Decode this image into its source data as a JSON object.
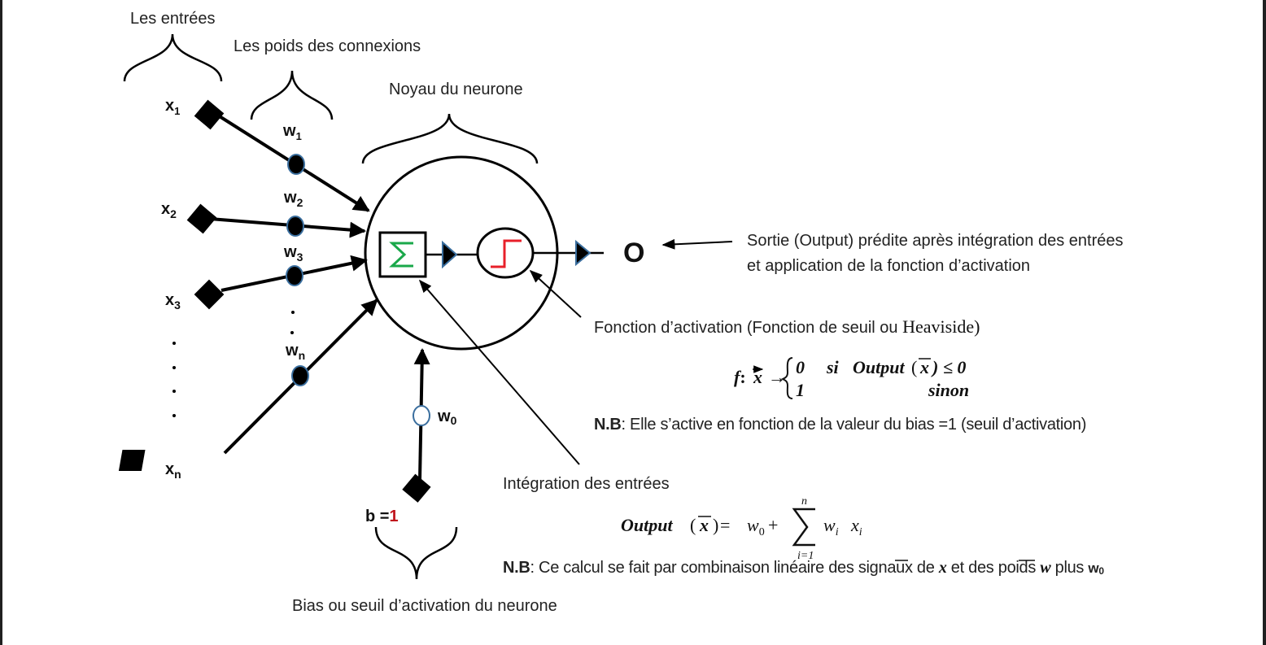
{
  "labels": {
    "inputs": "Les entrées",
    "weights": "Les poids des connexions",
    "core": "Noyau du neurone",
    "output_desc_line1": "Sortie (Output) prédite après intégration des entrées",
    "output_desc_line2": "et application de la fonction d’activation",
    "activation_title_a": "Fonction d’activation (Fonction de seuil ou ",
    "activation_title_b": "Heaviside)",
    "activation_nb_bold": "N.B",
    "activation_nb_text": ": Elle s’active en fonction de la valeur du bias =1 (seuil d’activation)",
    "integration_title": "Intégration des entrées",
    "integration_nb_bold": "N.B",
    "integration_nb_text_a": ": Ce calcul se fait par combinaison linéaire des signaux de ",
    "integration_nb_vec_x": "x",
    "integration_nb_text_b": " et des poids ",
    "integration_nb_vec_w": "w",
    "integration_nb_text_c": " plus ",
    "integration_nb_w0": "w",
    "integration_nb_w0_sub": "0",
    "bias_desc": "Bias ou seuil d’activation du neurone"
  },
  "inputs": [
    {
      "name": "x",
      "sub": "1"
    },
    {
      "name": "x",
      "sub": "2"
    },
    {
      "name": "x",
      "sub": "3"
    },
    {
      "name": "x",
      "sub": "n"
    }
  ],
  "weights": [
    {
      "name": "w",
      "sub": "1"
    },
    {
      "name": "w",
      "sub": "2"
    },
    {
      "name": "w",
      "sub": "3"
    },
    {
      "name": "w",
      "sub": "n"
    }
  ],
  "bias": {
    "prefix": "b =",
    "value": "1",
    "weight_name": "w",
    "weight_sub": "0"
  },
  "output": {
    "symbol": "O"
  },
  "sum_symbol": "Σ",
  "formula_activation": {
    "lhs_f": "f",
    "lhs_colon": ":",
    "lhs_x": "x",
    "arrow": "→",
    "case1_value": "0",
    "case1_cond_si": "si",
    "case1_cond_output": "Output",
    "case1_cond_paren_open": "(",
    "case1_cond_x": "x",
    "case1_cond_rest": ") ≤ 0",
    "case2_value": "1",
    "case2_cond": "sinon"
  },
  "formula_integration": {
    "output": "Output",
    "paren_open": "(",
    "x": "x",
    "paren_close": ")",
    "equals": " = ",
    "w0": "w",
    "w0_sub": "0",
    "plus": " +",
    "sum_upper": "n",
    "sum_lower": "i=1",
    "wi": "w",
    "wi_sub": "i",
    "xi": "x",
    "xi_sub": "i"
  },
  "colors": {
    "sigma": "#1aa84a",
    "heaviside": "#e8202a",
    "bias_value": "#c0141c",
    "triangle_edge": "#3a6e9e",
    "node_edge": "#3a6e9e"
  }
}
